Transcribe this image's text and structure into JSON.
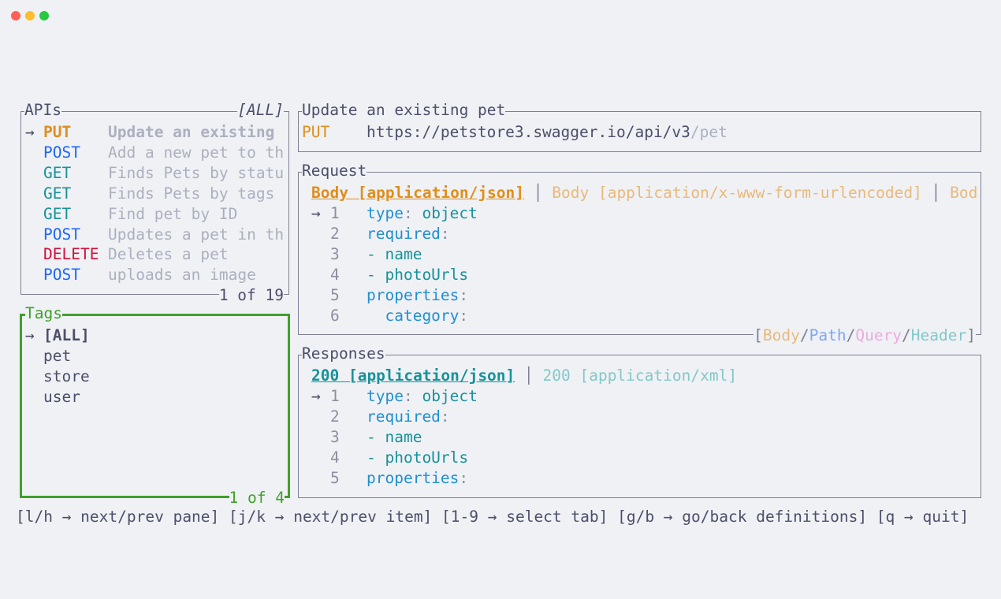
{
  "apis": {
    "title": "APIs",
    "filter": "[ALL]",
    "pagination": "1 of 19",
    "selected_marker": "→",
    "items": [
      {
        "method": "PUT",
        "color": "orange",
        "desc": "Update an existing"
      },
      {
        "method": "POST",
        "color": "blue",
        "desc": "Add a new pet to th"
      },
      {
        "method": "GET",
        "color": "teal",
        "desc": "Finds Pets by statu"
      },
      {
        "method": "GET",
        "color": "teal",
        "desc": "Finds Pets by tags"
      },
      {
        "method": "GET",
        "color": "teal",
        "desc": "Find pet by ID"
      },
      {
        "method": "POST",
        "color": "blue",
        "desc": "Updates a pet in th"
      },
      {
        "method": "DELETE",
        "color": "red",
        "desc": "Deletes a pet"
      },
      {
        "method": "POST",
        "color": "blue",
        "desc": "uploads an image"
      }
    ]
  },
  "tags": {
    "title": "Tags",
    "pagination": "1 of 4",
    "items": [
      "[ALL]",
      "pet",
      "store",
      "user"
    ]
  },
  "endpoint": {
    "title": "Update an existing pet",
    "method": "PUT",
    "base_url": "https://petstore3.swagger.io/api/v3",
    "path": "/pet"
  },
  "request": {
    "title": "Request",
    "tabs": [
      "Body [application/json]",
      "Body [application/x-www-form-urlencoded]",
      "Bod"
    ],
    "tab_sep": "|",
    "lines": [
      {
        "n": "1",
        "indent": "",
        "key": "type",
        "colon": ":",
        "value": " object"
      },
      {
        "n": "2",
        "indent": "",
        "key": "required",
        "colon": ":",
        "value": ""
      },
      {
        "n": "3",
        "indent": "",
        "key": "",
        "colon": "",
        "value": "- name"
      },
      {
        "n": "4",
        "indent": "",
        "key": "",
        "colon": "",
        "value": "- photoUrls"
      },
      {
        "n": "5",
        "indent": "",
        "key": "properties",
        "colon": ":",
        "value": ""
      },
      {
        "n": "6",
        "indent": "  ",
        "key": "category",
        "colon": ":",
        "value": ""
      }
    ],
    "sections": {
      "open": "[",
      "body": "Body",
      "path": "Path",
      "query": "Query",
      "header": "Header",
      "close": "]",
      "slash": "/"
    }
  },
  "responses": {
    "title": "Responses",
    "tabs": [
      "200 [application/json]",
      "200 [application/xml]"
    ],
    "lines": [
      {
        "n": "1",
        "indent": "",
        "key": "type",
        "colon": ":",
        "value": " object"
      },
      {
        "n": "2",
        "indent": "",
        "key": "required",
        "colon": ":",
        "value": ""
      },
      {
        "n": "3",
        "indent": "",
        "key": "",
        "colon": "",
        "value": "- name"
      },
      {
        "n": "4",
        "indent": "",
        "key": "",
        "colon": "",
        "value": "- photoUrls"
      },
      {
        "n": "5",
        "indent": "",
        "key": "properties",
        "colon": ":",
        "value": ""
      }
    ]
  },
  "footer": "[l/h → next/prev pane] [j/k → next/prev item] [1-9 → select tab] [g/b → go/back definitions] [q → quit]"
}
